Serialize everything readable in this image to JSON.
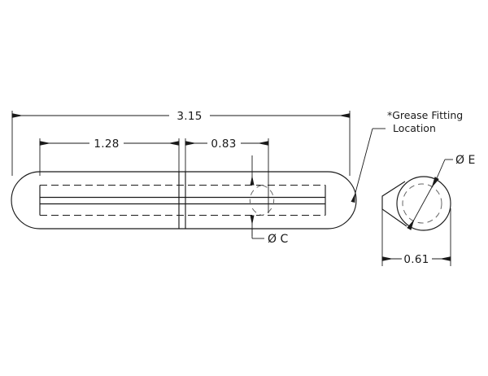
{
  "drawing": {
    "title": "Grease Fitting Roller Shaft Detail",
    "view_main_name": "side-section-view",
    "view_end_name": "end-section-view",
    "line_color": "#1a1a1a",
    "background_color": "#ffffff"
  },
  "dimensions": {
    "overall_length": "3.15",
    "segment_left": "1.28",
    "segment_right": "0.83",
    "end_width": "0.61"
  },
  "callouts": {
    "bore_diameter": "Ø C",
    "end_diameter": "Ø E",
    "grease_note_line1": "*Grease Fitting",
    "grease_note_line2": "Location"
  },
  "chart_data": {
    "type": "table",
    "title": "Grease Fitting Roller Shaft Detail",
    "categories": [
      "overall_length",
      "segment_left",
      "segment_right",
      "end_width",
      "bore_diameter",
      "end_diameter"
    ],
    "values": [
      "3.15",
      "1.28",
      "0.83",
      "0.61",
      "Ø C",
      "Ø E"
    ]
  }
}
